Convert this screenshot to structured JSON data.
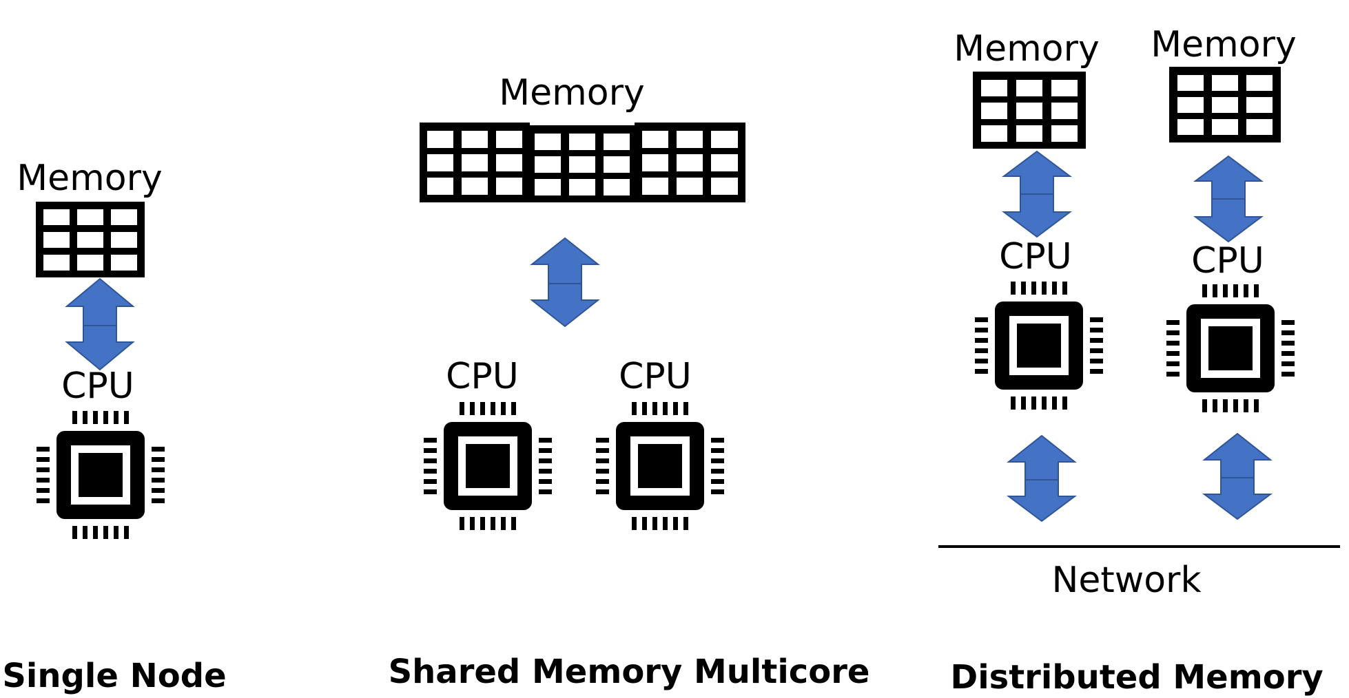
{
  "labels": {
    "memory": "Memory",
    "cpu": "CPU",
    "network": "Network"
  },
  "captions": {
    "single_node": "Single Node",
    "shared_memory": "Shared Memory Multicore",
    "distributed_memory": "Distributed Memory"
  },
  "colors": {
    "arrow_fill": "#4472C4",
    "arrow_stroke": "#2F5597",
    "ink": "#000000"
  }
}
